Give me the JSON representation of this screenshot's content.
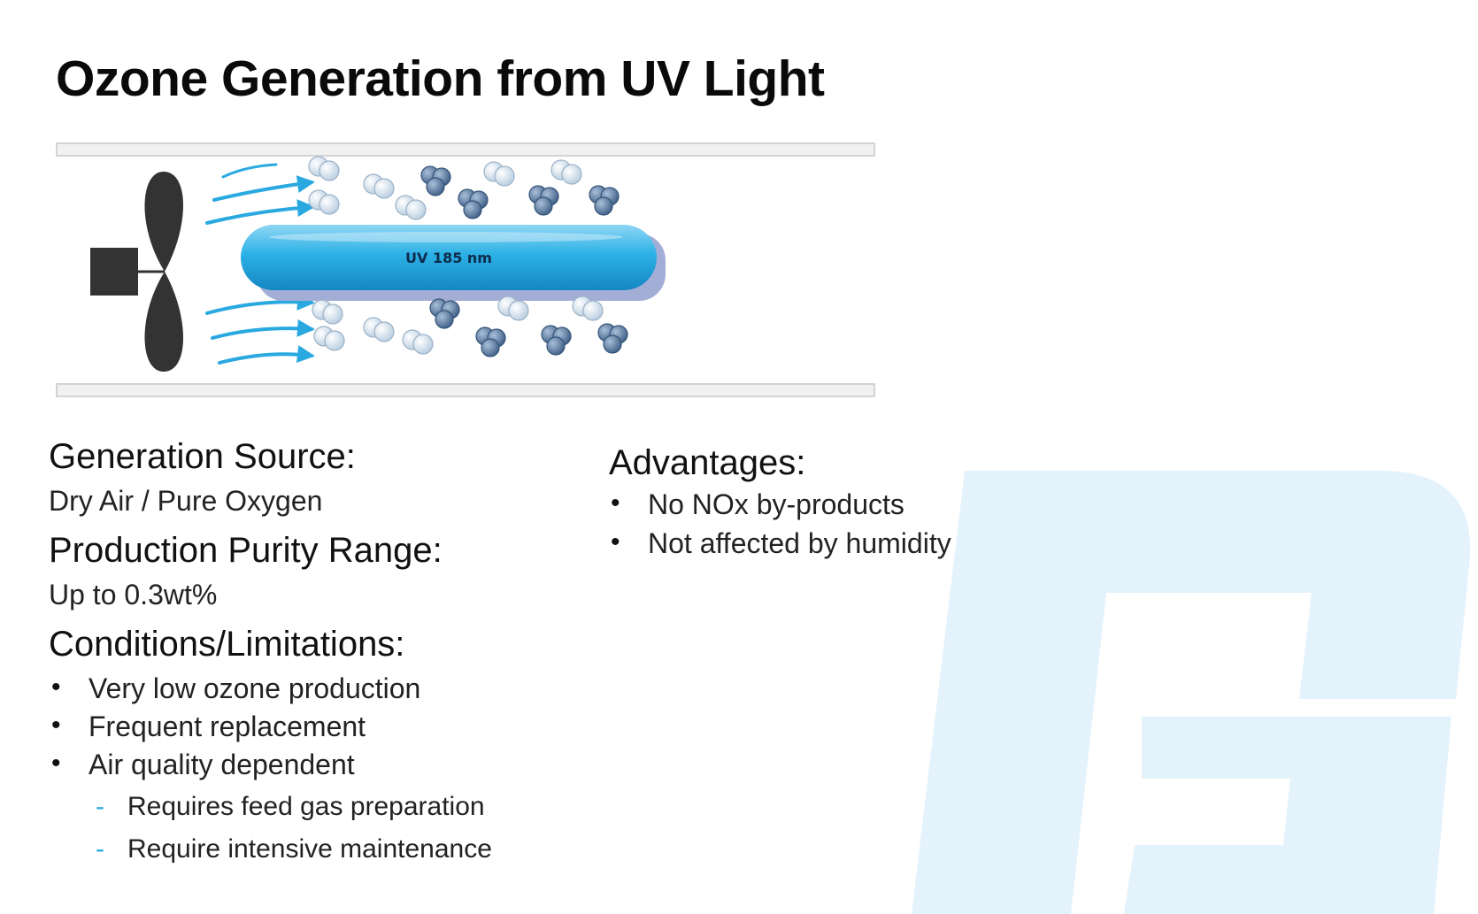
{
  "title": "Ozone Generation from UV Light",
  "diagram": {
    "lamp_label": "UV 185 nm"
  },
  "generation_source": {
    "heading": "Generation Source:",
    "value": "Dry Air / Pure Oxygen"
  },
  "purity": {
    "heading": "Production Purity Range:",
    "value": "Up to 0.3wt%"
  },
  "conditions": {
    "heading": "Conditions/Limitations:",
    "items": [
      "Very low ozone production",
      "Frequent replacement",
      "Air quality dependent"
    ],
    "subitems": [
      "Requires feed gas preparation",
      "Require intensive maintenance"
    ]
  },
  "advantages": {
    "heading": "Advantages:",
    "items": [
      "No NOx by-products",
      "Not affected by humidity"
    ]
  },
  "colors": {
    "airflow": "#29a9e0",
    "lamp": "#1fa3dd",
    "o2_molecule": "#d3e3f1",
    "o3_molecule": "#5e7fa6",
    "watermark": "#e3f2fb"
  }
}
